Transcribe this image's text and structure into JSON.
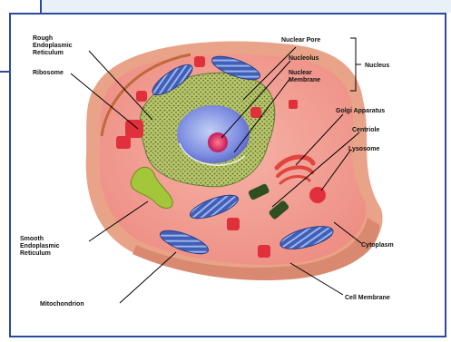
{
  "diagram": {
    "labels": {
      "rough_er": "Rough Endoplasmic Reticulum",
      "ribosome": "Ribosome",
      "nuclear_pore": "Nuclear Pore",
      "nucleolus": "Nucleolus",
      "nuclear_membrane": "Nuclear Membrane",
      "nucleus": "Nucleus",
      "golgi": "Golgi Apparatus",
      "centriole": "Centriole",
      "lysosome": "Lysosome",
      "smooth_er": "Smooth Endoplasmic Reticulum",
      "cytoplasm": "Cytoplasm",
      "mitochondrion": "Mitochondrion",
      "cell_membrane": "Cell Membrane"
    }
  }
}
